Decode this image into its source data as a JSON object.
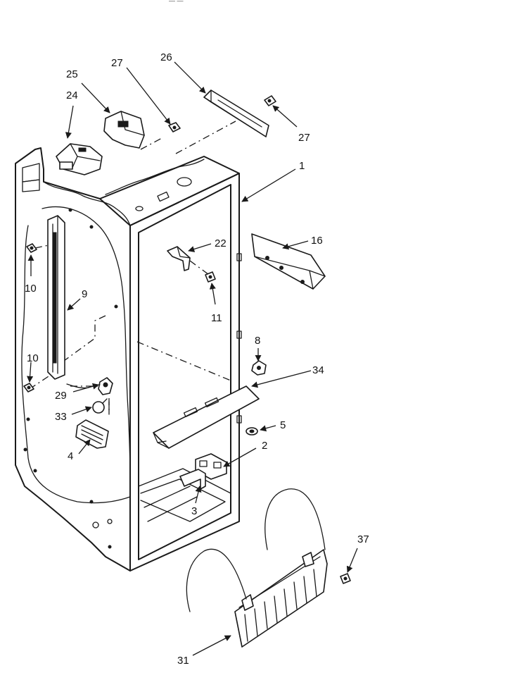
{
  "header_fragment": "— —",
  "callouts": [
    {
      "id": "c1",
      "text": "1"
    },
    {
      "id": "c2",
      "text": "2"
    },
    {
      "id": "c3",
      "text": "3"
    },
    {
      "id": "c4",
      "text": "4"
    },
    {
      "id": "c5",
      "text": "5"
    },
    {
      "id": "c8",
      "text": "8"
    },
    {
      "id": "c9",
      "text": "9"
    },
    {
      "id": "c10a",
      "text": "10"
    },
    {
      "id": "c10b",
      "text": "10"
    },
    {
      "id": "c11",
      "text": "11"
    },
    {
      "id": "c16",
      "text": "16"
    },
    {
      "id": "c22",
      "text": "22"
    },
    {
      "id": "c24",
      "text": "24"
    },
    {
      "id": "c25",
      "text": "25"
    },
    {
      "id": "c26",
      "text": "26"
    },
    {
      "id": "c27a",
      "text": "27"
    },
    {
      "id": "c27b",
      "text": "27"
    },
    {
      "id": "c29",
      "text": "29"
    },
    {
      "id": "c31",
      "text": "31"
    },
    {
      "id": "c33",
      "text": "33"
    },
    {
      "id": "c34",
      "text": "34"
    },
    {
      "id": "c37",
      "text": "37"
    }
  ]
}
